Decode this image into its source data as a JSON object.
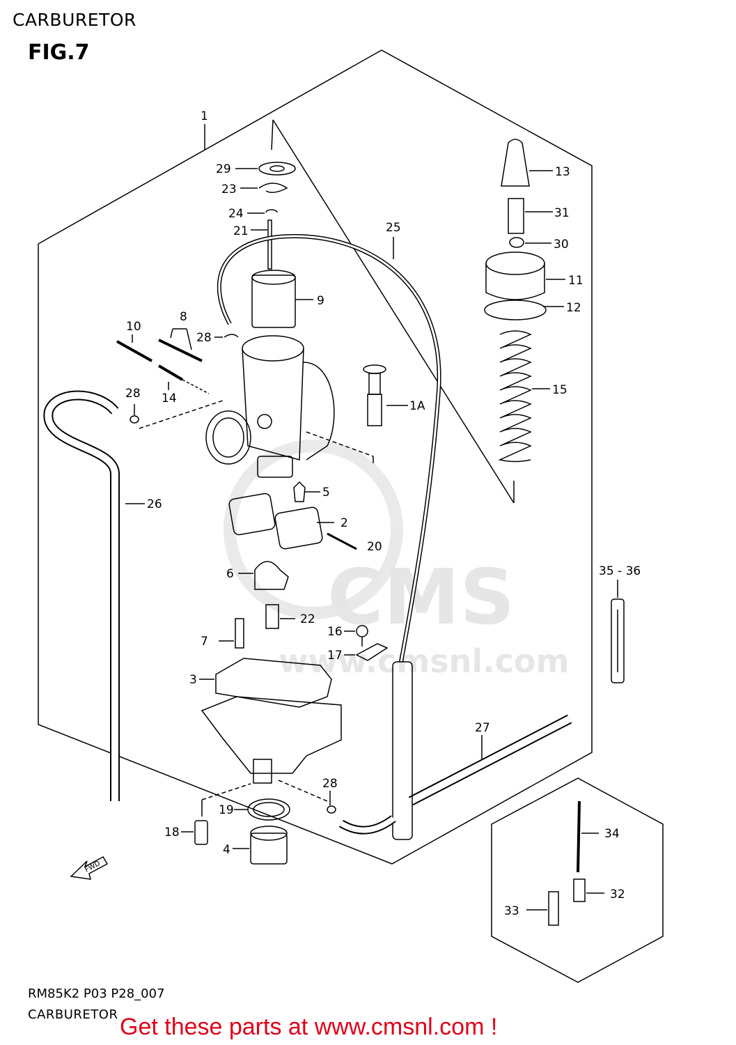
{
  "header": {
    "title": "CARBURETOR",
    "figure": "FIG.7"
  },
  "watermark": {
    "brand": "CMS",
    "url": "www.cmsnl.com"
  },
  "fwd_label": "FWD",
  "callouts": {
    "c1": "1",
    "c1a": "1A",
    "c2": "2",
    "c3": "3",
    "c4": "4",
    "c5": "5",
    "c6": "6",
    "c7": "7",
    "c8": "8",
    "c9": "9",
    "c10": "10",
    "c11": "11",
    "c12": "12",
    "c13": "13",
    "c14": "14",
    "c15": "15",
    "c16": "16",
    "c17": "17",
    "c18": "18",
    "c19": "19",
    "c20": "20",
    "c21": "21",
    "c22": "22",
    "c23": "23",
    "c24": "24",
    "c25": "25",
    "c26": "26",
    "c27": "27",
    "c28a": "28",
    "c28b": "28",
    "c28c": "28",
    "c29": "29",
    "c30": "30",
    "c31": "31",
    "c32": "32",
    "c33": "33",
    "c34": "34",
    "c3536": "35 - 36"
  },
  "footer": {
    "code": "RM85K2 P03 P28_007",
    "title": "CARBURETOR",
    "promo": "Get these parts at www.cmsnl.com !"
  }
}
